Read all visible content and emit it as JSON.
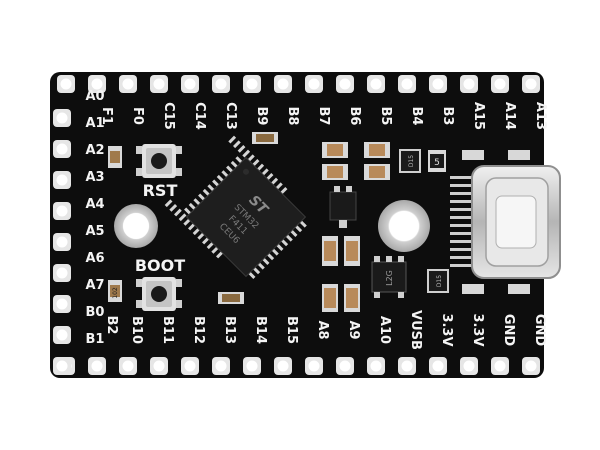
{
  "board": {
    "top_pin_labels": [
      "F1",
      "F0",
      "C15",
      "C14",
      "C13",
      "B9",
      "B8",
      "B7",
      "B6",
      "B5",
      "B4",
      "B3",
      "A15",
      "A14",
      "A13"
    ],
    "bottom_pin_labels": [
      "B10",
      "B11",
      "B12",
      "B13",
      "B14",
      "B15",
      "A8",
      "A9",
      "A10",
      "VUSB",
      "3.3V",
      "3.3V",
      "GND",
      "GND"
    ],
    "left_pin_labels": [
      "A0",
      "A1",
      "A2",
      "A3",
      "A4",
      "A5",
      "A6",
      "A7",
      "B0",
      "B1"
    ],
    "left_corner_labels": [
      "B2"
    ],
    "rst_label": "RST",
    "boot_label": "BOOT",
    "chip_marking": [
      "ST",
      "STM32",
      "F411",
      "CEU6"
    ],
    "ldo_marking": "L2G",
    "diode_marking": "D15",
    "small_ic_marking": "102",
    "cap_marking": "5",
    "colors": {
      "pcb": "#0d0d0d",
      "silkscreen": "#f4f4f4",
      "pad": "#e8e8e8",
      "chip": "#1e1e1e",
      "usb": "#c9c9c9",
      "smd": "#b88a5a"
    }
  }
}
